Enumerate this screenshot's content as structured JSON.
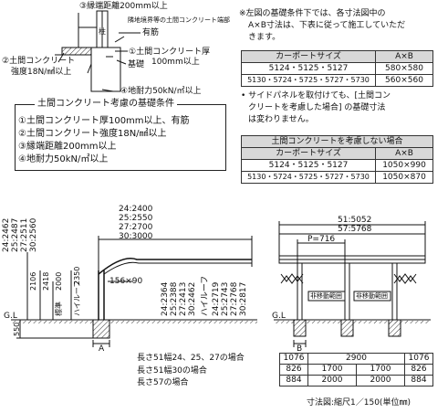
{
  "detail": {
    "edge_distance": "③縁端距離200mm以上",
    "pillar": "柱",
    "neighbor_block": "隣地境界等の土間コンクリート端部",
    "rebar": "有筋",
    "slab_thickness_1": "①土間コンクリート厚",
    "slab_thickness_2": "100mm以上",
    "slab_strength_1": "②土間コンクリート",
    "slab_strength_2": "強度18N/㎟以上",
    "foundation": "基礎",
    "bearing": "④地耐力50kN/㎡以上"
  },
  "conditions": {
    "title": "土間コンクリート考慮の基礎条件",
    "items": [
      "①土間コンクリート厚100mm以上、有筋",
      "②土間コンクリート強度18N/㎟以上",
      "③縁端距離200mm以上",
      "④地耐力50kN/㎡以上"
    ]
  },
  "note1": [
    "※左図の基礎条件下では、各寸法図中の",
    "A×B寸法は、下表に従って施工していただ",
    "きます。"
  ],
  "table1": {
    "headers": [
      "カーポートサイズ",
      "A×B"
    ],
    "rows": [
      [
        "5124・5125・5127",
        "580×580"
      ],
      [
        "5130・5724・5725・5727・5730",
        "560×560"
      ]
    ]
  },
  "note2": [
    "• サイドパネルを取付けても、[土間コン",
    "クリートを考慮した場合] の基礎寸法",
    "は変わりません。"
  ],
  "table2": {
    "title": "土間コンクリートを考慮しない場合",
    "headers": [
      "カーポートサイズ",
      "A×B"
    ],
    "rows": [
      [
        "5124・5125・5127",
        "1050×990"
      ],
      [
        "5130・5724・5725・5727・5730",
        "1050×870"
      ]
    ]
  },
  "side": {
    "total_heights": [
      "24:2462",
      "25:2487",
      "27:2511",
      "30:2560"
    ],
    "widths": [
      "24:2400",
      "25:2550",
      "27:2700",
      "30:3000"
    ],
    "h2106": "2106",
    "h2418": "2418",
    "std": "標準",
    "h2000": "2000",
    "high": "ハイルーフ",
    "h2350": "2350",
    "beam": "156×90",
    "gl": "G.L",
    "depth": "550",
    "a_label": "A",
    "diag_std": [
      "24:2364",
      "25:2388",
      "27:2413",
      "30:2462"
    ],
    "diag_high_label": "ハイルーフ",
    "diag_high": [
      "24:2719",
      "25:2743",
      "27:2768",
      "30:2817"
    ]
  },
  "front": {
    "lengths": [
      "51:5052",
      "57:5768"
    ],
    "pitch": "P=716",
    "panel_left": "非移動範囲",
    "panel_right": "非移動範囲",
    "gl": "G.L",
    "b_label": "B"
  },
  "length_table": {
    "labels": [
      "長さ51幅24、25、27の場合",
      "長さ51幅30の場合",
      "長さ57の場合"
    ],
    "rows": [
      [
        "1076",
        "2900",
        "1076"
      ],
      [
        "826",
        "1700",
        "1700",
        "826"
      ],
      [
        "884",
        "2000",
        "2000",
        "884"
      ]
    ]
  },
  "scale": "寸法図:縮尺1／150(単位㎜)"
}
